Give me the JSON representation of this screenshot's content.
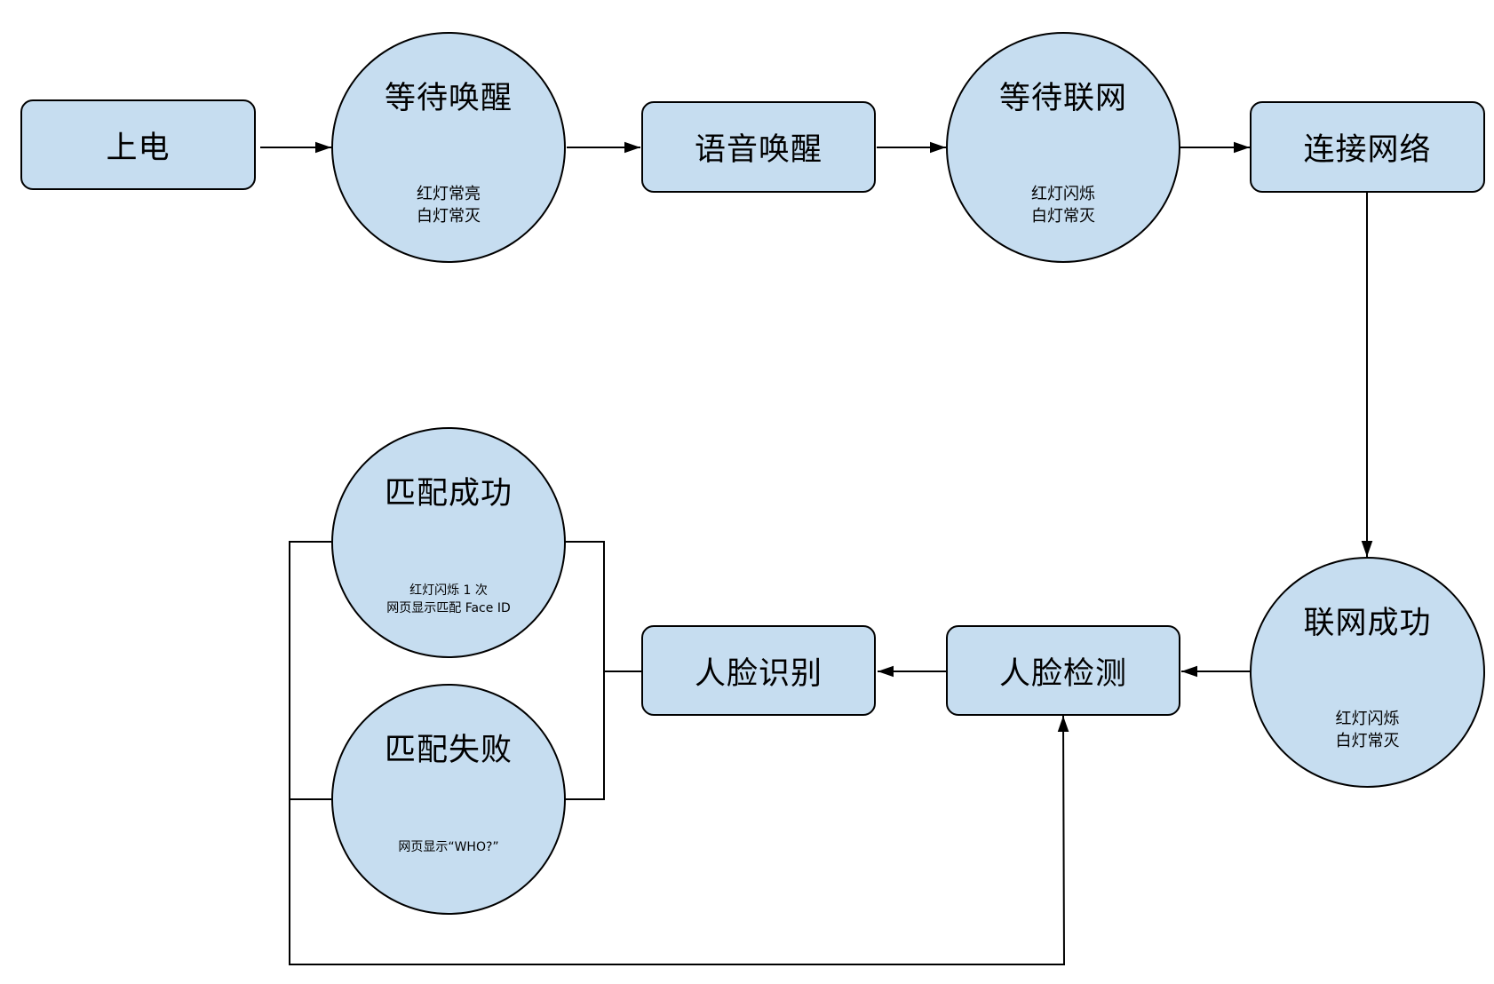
{
  "nodes": {
    "power_on": {
      "title": "上电"
    },
    "wait_wake": {
      "title": "等待唤醒",
      "lines": [
        "红灯常亮",
        "白灯常灭"
      ]
    },
    "voice_wake": {
      "title": "语音唤醒"
    },
    "wait_network": {
      "title": "等待联网",
      "lines": [
        "红灯闪烁",
        "白灯常灭"
      ]
    },
    "connect_network": {
      "title": "连接网络"
    },
    "network_success": {
      "title": "联网成功",
      "lines": [
        "红灯闪烁",
        "白灯常灭"
      ]
    },
    "face_detect": {
      "title": "人脸检测"
    },
    "face_recognize": {
      "title": "人脸识别"
    },
    "match_success": {
      "title": "匹配成功",
      "lines": [
        "红灯闪烁 1 次",
        "网页显示匹配 Face ID"
      ]
    },
    "match_fail": {
      "title": "匹配失败",
      "lines": [
        "网页显示“WHO?”"
      ]
    }
  },
  "colors": {
    "node_fill": "#c6ddf0",
    "stroke": "#000000"
  }
}
